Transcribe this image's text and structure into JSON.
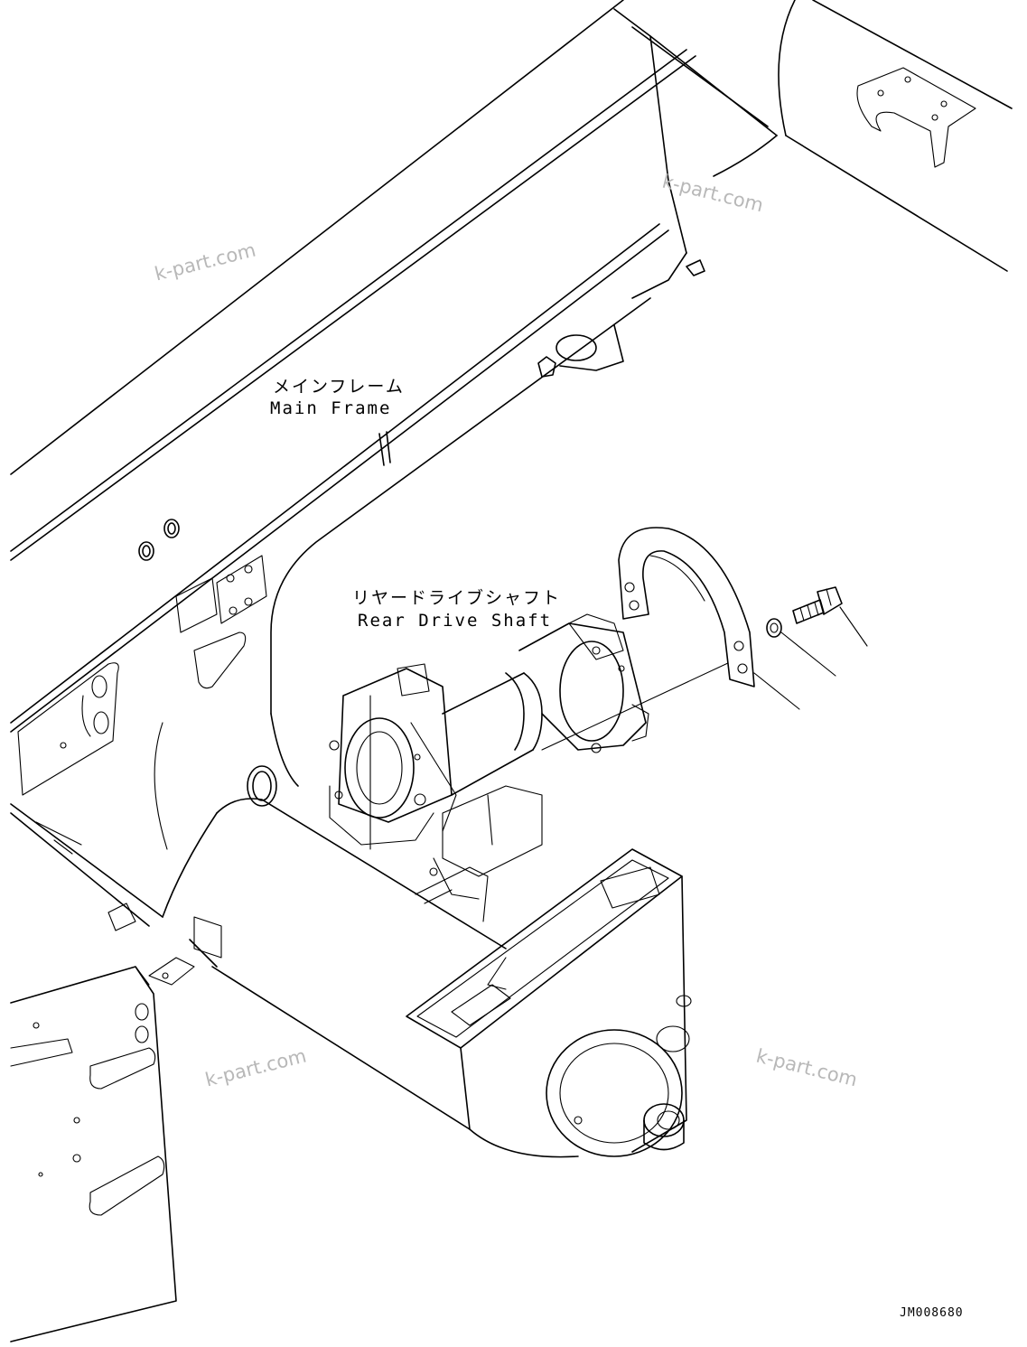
{
  "labels": {
    "main_frame_ja": "メインフレーム",
    "main_frame_en": "Main Frame",
    "rear_drive_shaft_ja": "リヤードライブシャフト",
    "rear_drive_shaft_en": "Rear Drive Shaft"
  },
  "watermarks": [
    "k-part.com",
    "k-part.com",
    "k-part.com",
    "k-part.com"
  ],
  "drawing_number": "JM008680"
}
